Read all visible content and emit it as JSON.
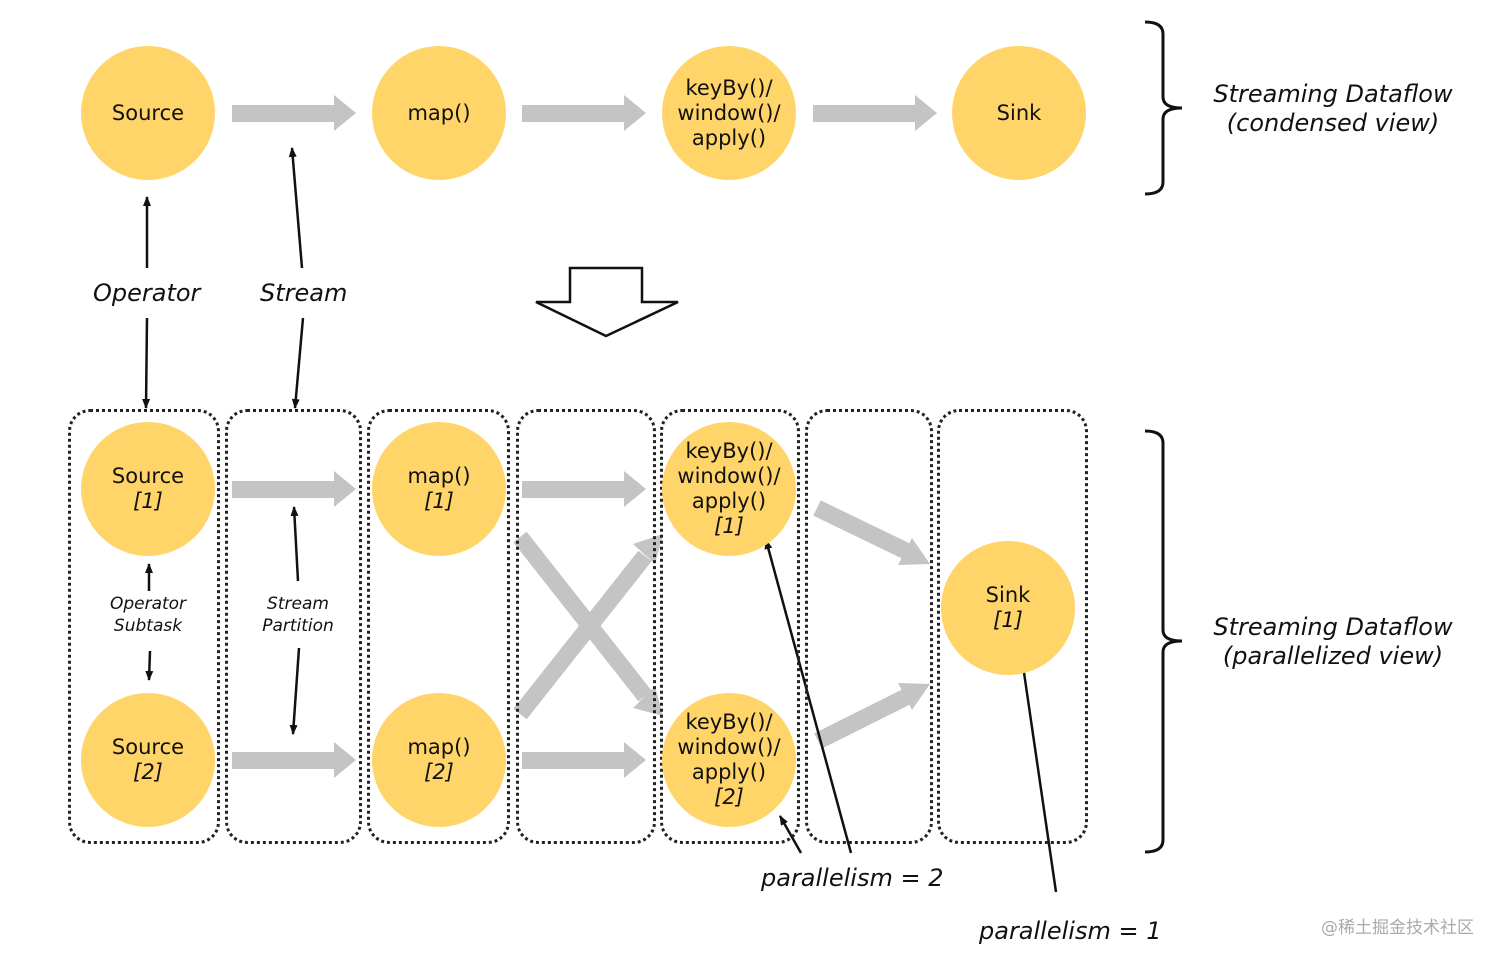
{
  "condensed": {
    "label_line1": "Streaming Dataflow",
    "label_line2": "(condensed view)",
    "nodes": [
      {
        "id": "source",
        "lines": [
          "Source"
        ]
      },
      {
        "id": "map",
        "lines": [
          "map()"
        ]
      },
      {
        "id": "keyby",
        "lines": [
          "keyBy()/",
          "window()/",
          "apply()"
        ]
      },
      {
        "id": "sink",
        "lines": [
          "Sink"
        ]
      }
    ]
  },
  "annotations": {
    "operator": "Operator",
    "stream": "Stream",
    "operator_subtask_line1": "Operator",
    "operator_subtask_line2": "Subtask",
    "stream_partition_line1": "Stream",
    "stream_partition_line2": "Partition",
    "parallelism_2": "parallelism = 2",
    "parallelism_1": "parallelism = 1"
  },
  "parallel": {
    "label_line1": "Streaming Dataflow",
    "label_line2": "(parallelized view)",
    "nodes": [
      {
        "id": "source-1",
        "lines": [
          "Source"
        ],
        "index": "[1]"
      },
      {
        "id": "source-2",
        "lines": [
          "Source"
        ],
        "index": "[2]"
      },
      {
        "id": "map-1",
        "lines": [
          "map()"
        ],
        "index": "[1]"
      },
      {
        "id": "map-2",
        "lines": [
          "map()"
        ],
        "index": "[2]"
      },
      {
        "id": "keyby-1",
        "lines": [
          "keyBy()/",
          "window()/",
          "apply()"
        ],
        "index": "[1]"
      },
      {
        "id": "keyby-2",
        "lines": [
          "keyBy()/",
          "window()/",
          "apply()"
        ],
        "index": "[2]"
      },
      {
        "id": "sink-1",
        "lines": [
          "Sink"
        ],
        "index": "[1]"
      }
    ]
  },
  "colors": {
    "node": "#ffd569",
    "stream_arrow": "#c4c4c4",
    "line": "#111111"
  },
  "watermark": "@稀土掘金技术社区"
}
